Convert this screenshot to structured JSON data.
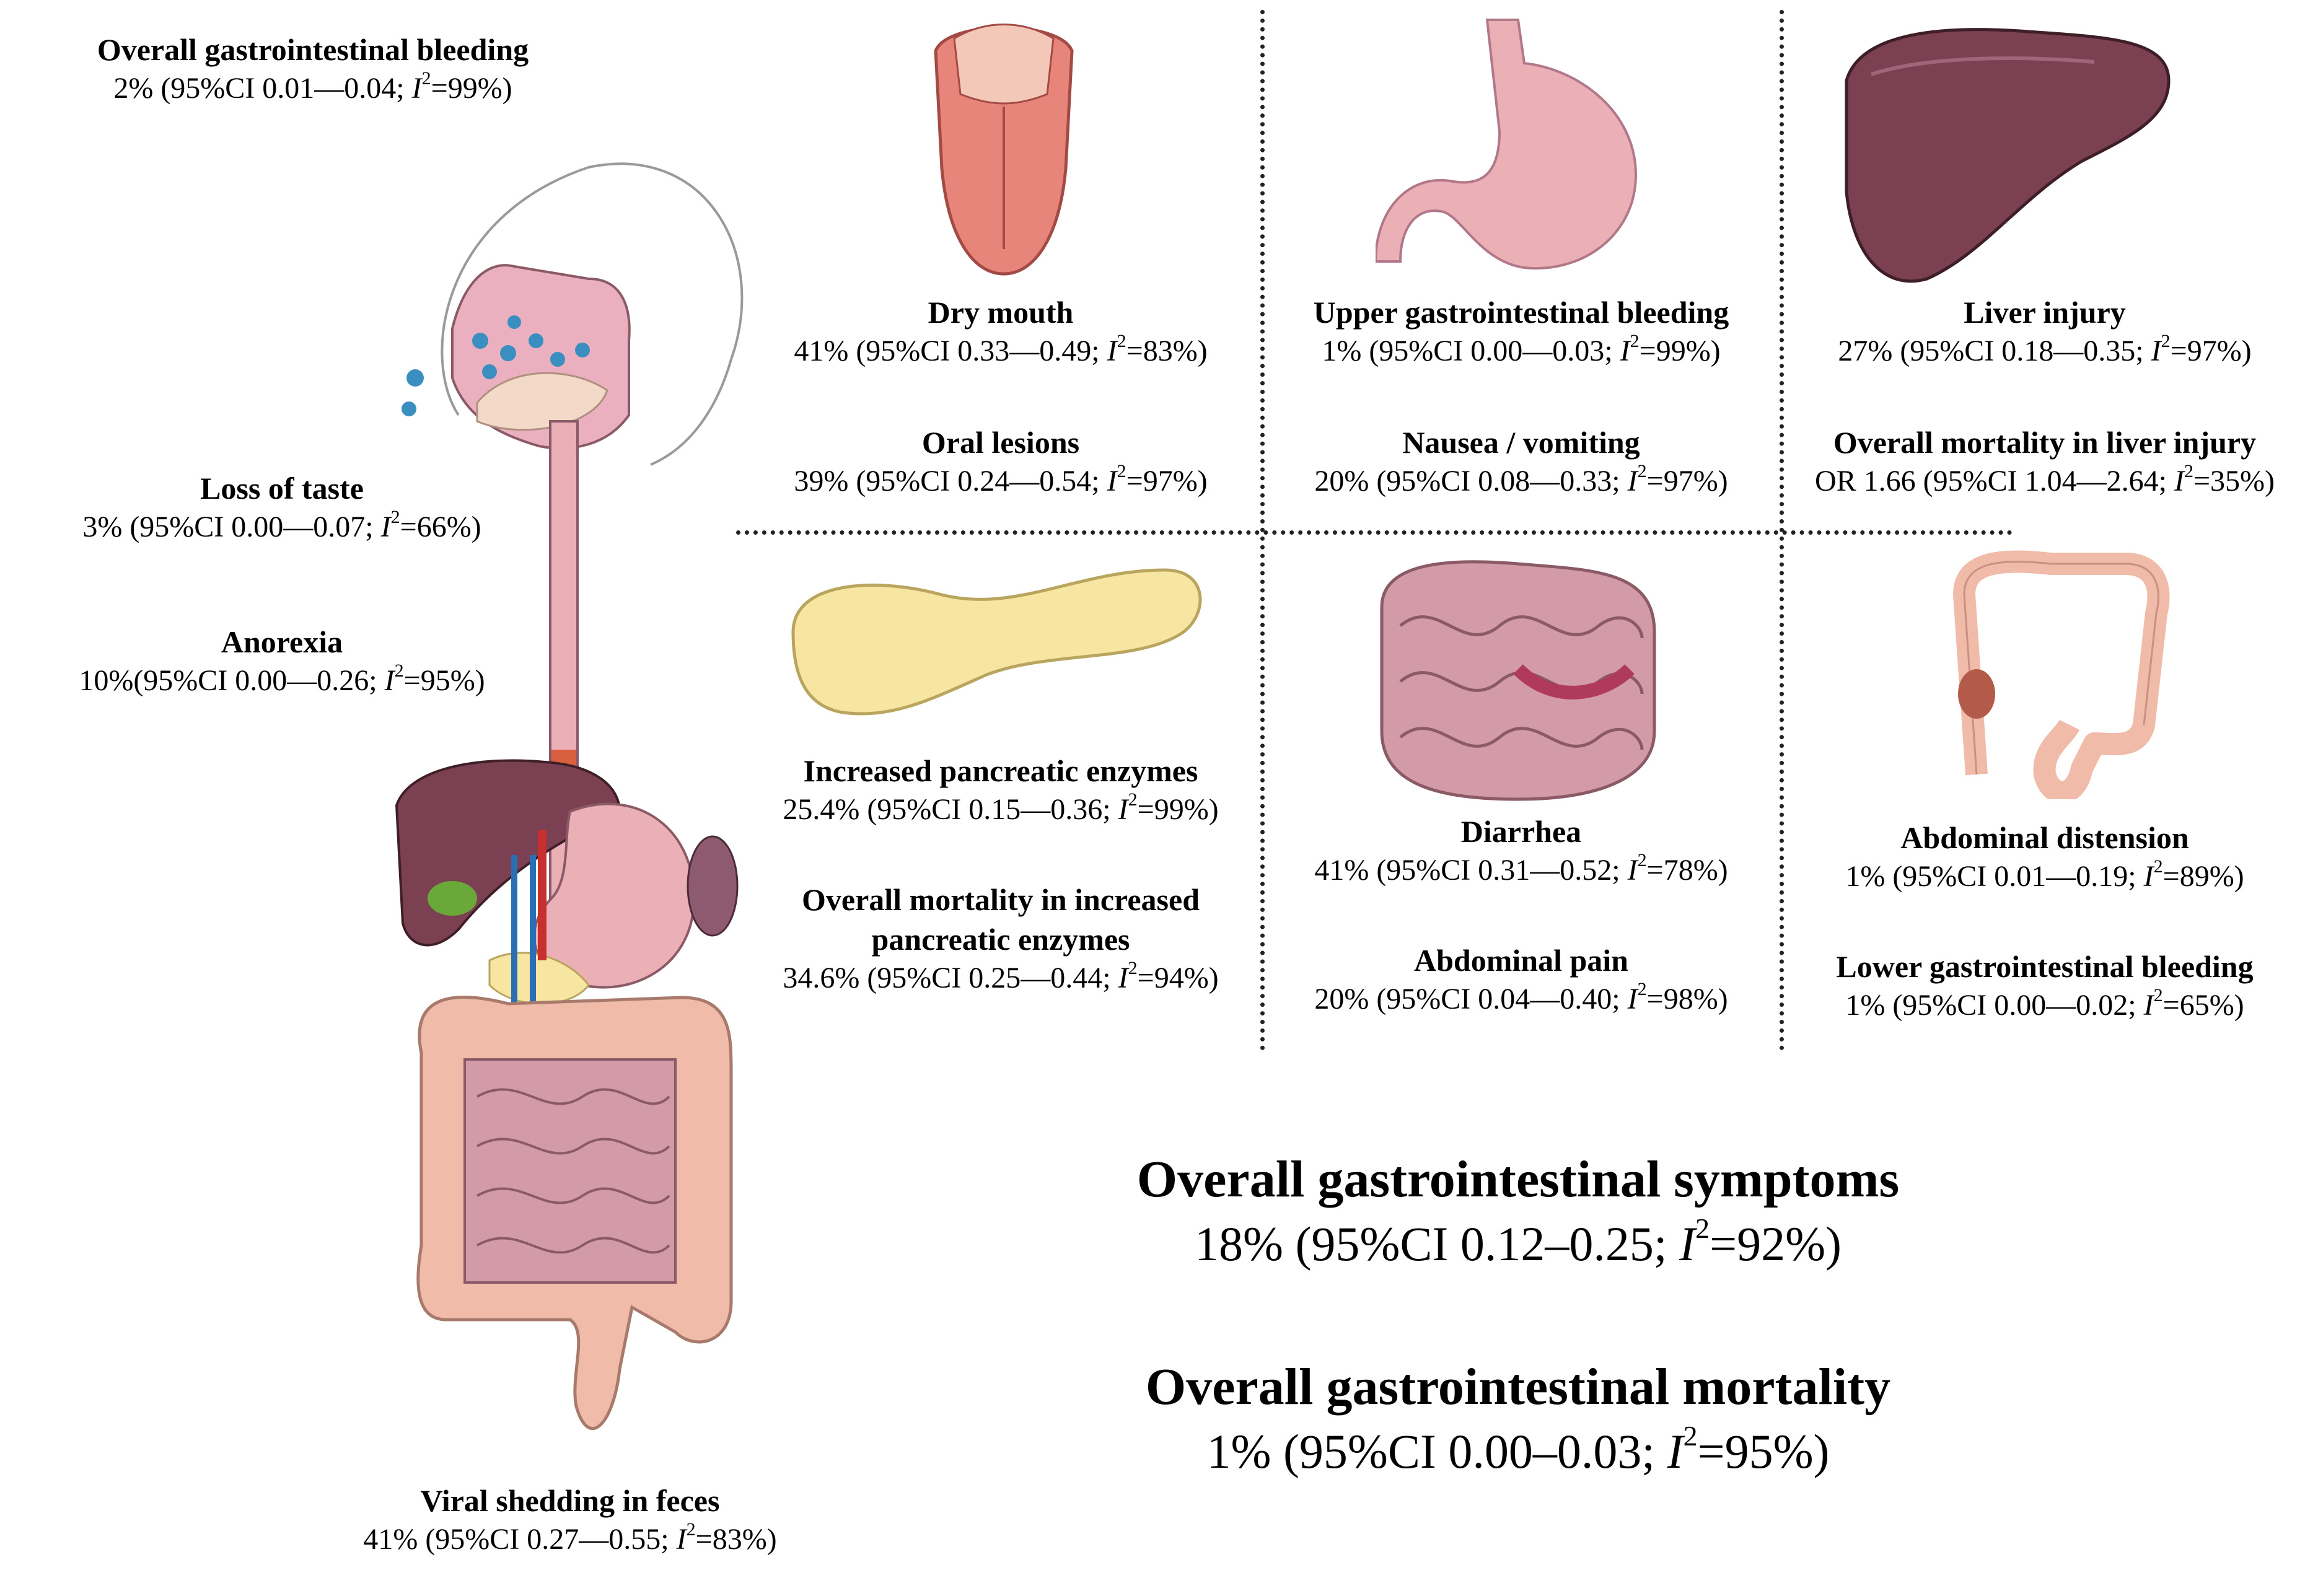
{
  "left": {
    "overall_bleeding": {
      "title": "Overall gastrointestinal bleeding",
      "value": "2% (95%CI 0.01—0.04;",
      "i2": "99%)"
    },
    "loss_of_taste": {
      "title": "Loss of taste",
      "value": "3% (95%CI 0.00—0.07;",
      "i2": "66%)"
    },
    "anorexia": {
      "title": "Anorexia",
      "value": "10%(95%CI 0.00—0.26;",
      "i2": "95%)"
    },
    "viral_shedding": {
      "title": "Viral shedding in feces",
      "value": "41% (95%CI 0.27—0.55;",
      "i2": "83%)"
    }
  },
  "grid": {
    "dry_mouth": {
      "title": "Dry mouth",
      "value": "41% (95%CI 0.33—0.49;",
      "i2": "83%)"
    },
    "oral_lesions": {
      "title": "Oral lesions",
      "value": "39% (95%CI 0.24—0.54;",
      "i2": "97%)"
    },
    "upper_bleeding": {
      "title": "Upper gastrointestinal bleeding",
      "value": "1% (95%CI 0.00—0.03;",
      "i2": "99%)"
    },
    "nausea": {
      "title": "Nausea / vomiting",
      "value": "20% (95%CI 0.08—0.33;",
      "i2": "97%)"
    },
    "liver_injury": {
      "title": "Liver injury",
      "value": "27% (95%CI 0.18—0.35;",
      "i2": "97%)"
    },
    "liver_mortality": {
      "title": "Overall mortality in liver injury",
      "value": "OR 1.66 (95%CI 1.04—2.64;",
      "i2": "35%)"
    },
    "pancreatic": {
      "title": "Increased pancreatic enzymes",
      "value": "25.4% (95%CI 0.15—0.36;",
      "i2": "99%)"
    },
    "pancreatic_mortality": {
      "title_line1": "Overall mortality in increased",
      "title_line2": "pancreatic enzymes",
      "value": "34.6% (95%CI 0.25—0.44;",
      "i2": "94%)"
    },
    "diarrhea": {
      "title": "Diarrhea",
      "value": "41% (95%CI 0.31—0.52;",
      "i2": "78%)"
    },
    "abdominal_pain": {
      "title": "Abdominal pain",
      "value": "20% (95%CI 0.04—0.40;",
      "i2": "98%)"
    },
    "distension": {
      "title": "Abdominal distension",
      "value": "1% (95%CI 0.01—0.19;",
      "i2": "89%)"
    },
    "lower_bleeding": {
      "title": "Lower gastrointestinal bleeding",
      "value": "1% (95%CI 0.00—0.02;",
      "i2": "65%)"
    }
  },
  "summary": {
    "symptoms": {
      "title": "Overall gastrointestinal symptoms",
      "value": "18% (95%CI 0.12–0.25;",
      "i2": "92%)"
    },
    "mortality": {
      "title": "Overall gastrointestinal mortality",
      "value": "1% (95%CI 0.00–0.03;",
      "i2": "95%)"
    }
  },
  "stat_symbol": "I",
  "stat_sup": "2",
  "colors": {
    "tongue": "#e8857a",
    "stomach": "#eab0b6",
    "liver": "#7b4152",
    "pancreas": "#f6e6a2",
    "intestine": "#d39aa8",
    "colon": "#f0bba8",
    "virus": "#3a8fc0"
  }
}
